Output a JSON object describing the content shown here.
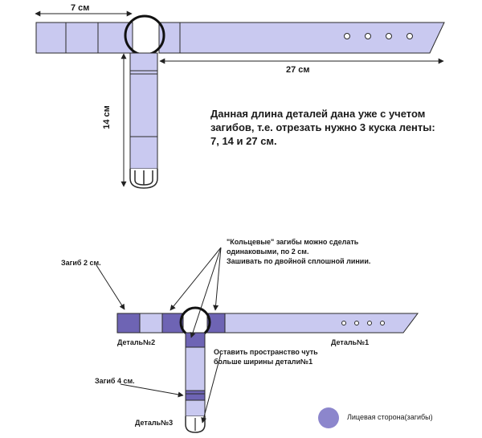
{
  "top_diagram": {
    "dim_7": "7 см",
    "dim_27": "27 см",
    "dim_14": "14 см"
  },
  "instruction": {
    "line1": "Данная длина деталей дана уже с учетом",
    "line2": "загибов, т.е. отрезать нужно 3 куска ленты:",
    "line3": "7, 14 и 27 см."
  },
  "bottom_diagram": {
    "ring_fold_note": {
      "line1": "\"Кольцевые\" загибы можно сделать",
      "line2": "одинаковыми, по 2 см.",
      "line3": "Зашивать по двойной сплошной линии."
    },
    "fold_2cm": "Загиб 2 см.",
    "fold_4cm": "Загиб 4 см.",
    "part1": "Деталь№1",
    "part2": "Деталь№2",
    "part3": "Деталь№3",
    "space_note": {
      "line1": "Оставить пространство чуть",
      "line2": "больше ширины детали№1"
    }
  },
  "legend": {
    "face_side": "Лицевая сторона(загибы)"
  },
  "colors": {
    "strap_fill": "#c9c9f0",
    "fold_fill": "#6e64b4",
    "outline": "#2a2a2a",
    "arrow": "#222222",
    "legend_circle": "#8c86cc"
  }
}
